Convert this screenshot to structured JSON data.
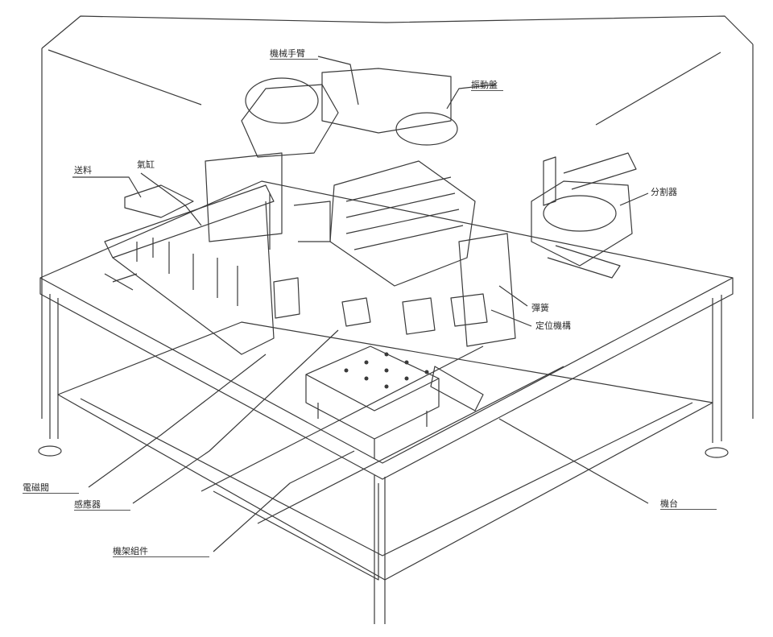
{
  "drawing": {
    "callouts": [
      {
        "id": "top-mechanism",
        "text": "機械手臂"
      },
      {
        "id": "right-upper",
        "text": "振動盤"
      },
      {
        "id": "left-upper",
        "text": "送料"
      },
      {
        "id": "left-second",
        "text": "氣缸"
      },
      {
        "id": "right-middle",
        "text": "分割器"
      },
      {
        "id": "right-lower-1",
        "text": "彈簧"
      },
      {
        "id": "right-lower-2",
        "text": "定位機構"
      },
      {
        "id": "bottom-left-1",
        "text": "電磁閥"
      },
      {
        "id": "bottom-left-2",
        "text": "感應器"
      },
      {
        "id": "bottom-left-3",
        "text": "機架組件"
      },
      {
        "id": "bottom-right",
        "text": "機台"
      }
    ]
  }
}
